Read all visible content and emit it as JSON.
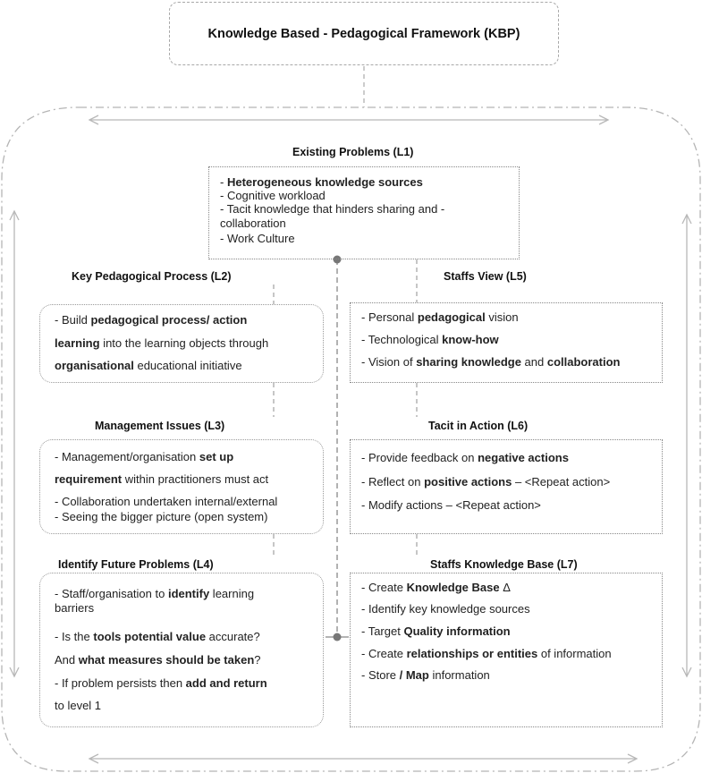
{
  "title": "Knowledge Based - Pedagogical Framework (KBP)",
  "l1": {
    "heading": "Existing Problems (L1)",
    "lines": [
      [
        "- ",
        "Heterogeneous knowledge sources",
        ""
      ],
      [
        "- Cognitive workload",
        "",
        ""
      ],
      [
        "- ",
        "",
        "Tacit knowledge that hinders sharing and -"
      ],
      [
        "collaboration",
        "",
        ""
      ],
      [
        "- Work Culture",
        "",
        ""
      ]
    ]
  },
  "l2": {
    "heading": "Key Pedagogical Process (L2)",
    "lines": [
      [
        "- Build ",
        "pedagogical process/ action",
        ""
      ],
      [
        "",
        "learning",
        " into the learning objects through"
      ],
      [
        "",
        "organisational",
        " educational initiative"
      ]
    ]
  },
  "l3": {
    "heading": "Management Issues (L3)",
    "lines": [
      [
        "- Management/organisation ",
        "set up",
        ""
      ],
      [
        "",
        "requirement",
        " within practitioners must act"
      ],
      [
        "- Collaboration undertaken internal/external",
        "",
        ""
      ],
      [
        "- Seeing the bigger picture (open system)",
        "",
        ""
      ]
    ]
  },
  "l4": {
    "heading": "Identify Future Problems (L4)",
    "lines": [
      [
        "- Staff/organisation to ",
        "identify",
        " learning"
      ],
      [
        "barriers",
        "",
        ""
      ],
      [
        "- Is the ",
        "tools potential value",
        " accurate?"
      ],
      [
        "And ",
        "what measures should be taken",
        "?"
      ],
      [
        " - If problem persists then ",
        "add and return",
        ""
      ],
      [
        "to level 1",
        "",
        ""
      ]
    ]
  },
  "l5": {
    "heading": "Staffs View (L5)",
    "lines": [
      [
        "- Personal ",
        "pedagogical",
        " vision"
      ],
      [
        "- Technological ",
        "know-how",
        ""
      ],
      [
        "- Vision of ",
        "sharing knowledge",
        " and "
      ],
      [
        "",
        "",
        ""
      ]
    ],
    "extra_bold": "collaboration"
  },
  "l6": {
    "heading": "Tacit in Action (L6)",
    "lines": [
      [
        "- Provide feedback on ",
        "negative actions",
        ""
      ],
      [
        "-  Reflect on ",
        "positive actions",
        " – <Repeat action>"
      ],
      [
        "-  Modify actions – <Repeat action>",
        "",
        ""
      ]
    ]
  },
  "l7": {
    "heading": "Staffs Knowledge Base (L7)",
    "lines": [
      [
        "- Create ",
        "Knowledge Base",
        " Δ"
      ],
      [
        "- Identify key knowledge sources",
        "",
        ""
      ],
      [
        "- Target ",
        "Quality information",
        ""
      ],
      [
        "- Create ",
        "relationships or entities",
        " of information"
      ],
      [
        "- Store ",
        "/ Map",
        " information"
      ]
    ]
  },
  "colors": {
    "line": "#9a9a9a",
    "text": "#111111",
    "border": "#999999"
  }
}
